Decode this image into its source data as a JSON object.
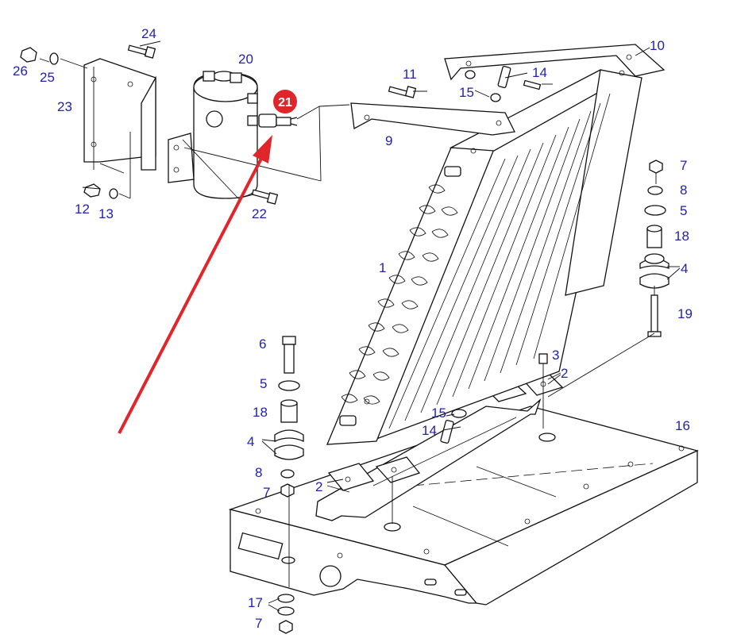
{
  "diagram": {
    "highlight_color": "#e0262b",
    "label_color": "#2222aa",
    "callouts": [
      {
        "id": "c24",
        "text": "24"
      },
      {
        "id": "c26",
        "text": "26"
      },
      {
        "id": "c25",
        "text": "25"
      },
      {
        "id": "c23",
        "text": "23"
      },
      {
        "id": "c20",
        "text": "20"
      },
      {
        "id": "c21",
        "text": "21"
      },
      {
        "id": "c12",
        "text": "12"
      },
      {
        "id": "c13",
        "text": "13"
      },
      {
        "id": "c22",
        "text": "22"
      },
      {
        "id": "c11",
        "text": "11"
      },
      {
        "id": "c14a",
        "text": "14"
      },
      {
        "id": "c15a",
        "text": "15"
      },
      {
        "id": "c10",
        "text": "10"
      },
      {
        "id": "c9",
        "text": "9"
      },
      {
        "id": "c7a",
        "text": "7"
      },
      {
        "id": "c8a",
        "text": "8"
      },
      {
        "id": "c5a",
        "text": "5"
      },
      {
        "id": "c18a",
        "text": "18"
      },
      {
        "id": "c4a",
        "text": "4"
      },
      {
        "id": "c19",
        "text": "19"
      },
      {
        "id": "c1",
        "text": "1"
      },
      {
        "id": "c3",
        "text": "3"
      },
      {
        "id": "c2a",
        "text": "2"
      },
      {
        "id": "c6",
        "text": "6"
      },
      {
        "id": "c5b",
        "text": "5"
      },
      {
        "id": "c18b",
        "text": "18"
      },
      {
        "id": "c15b",
        "text": "15"
      },
      {
        "id": "c14b",
        "text": "14"
      },
      {
        "id": "c4b",
        "text": "4"
      },
      {
        "id": "c8b",
        "text": "8"
      },
      {
        "id": "c2b",
        "text": "2"
      },
      {
        "id": "c7b",
        "text": "7"
      },
      {
        "id": "c16",
        "text": "16"
      },
      {
        "id": "c17",
        "text": "17"
      },
      {
        "id": "c7c",
        "text": "7"
      }
    ]
  }
}
